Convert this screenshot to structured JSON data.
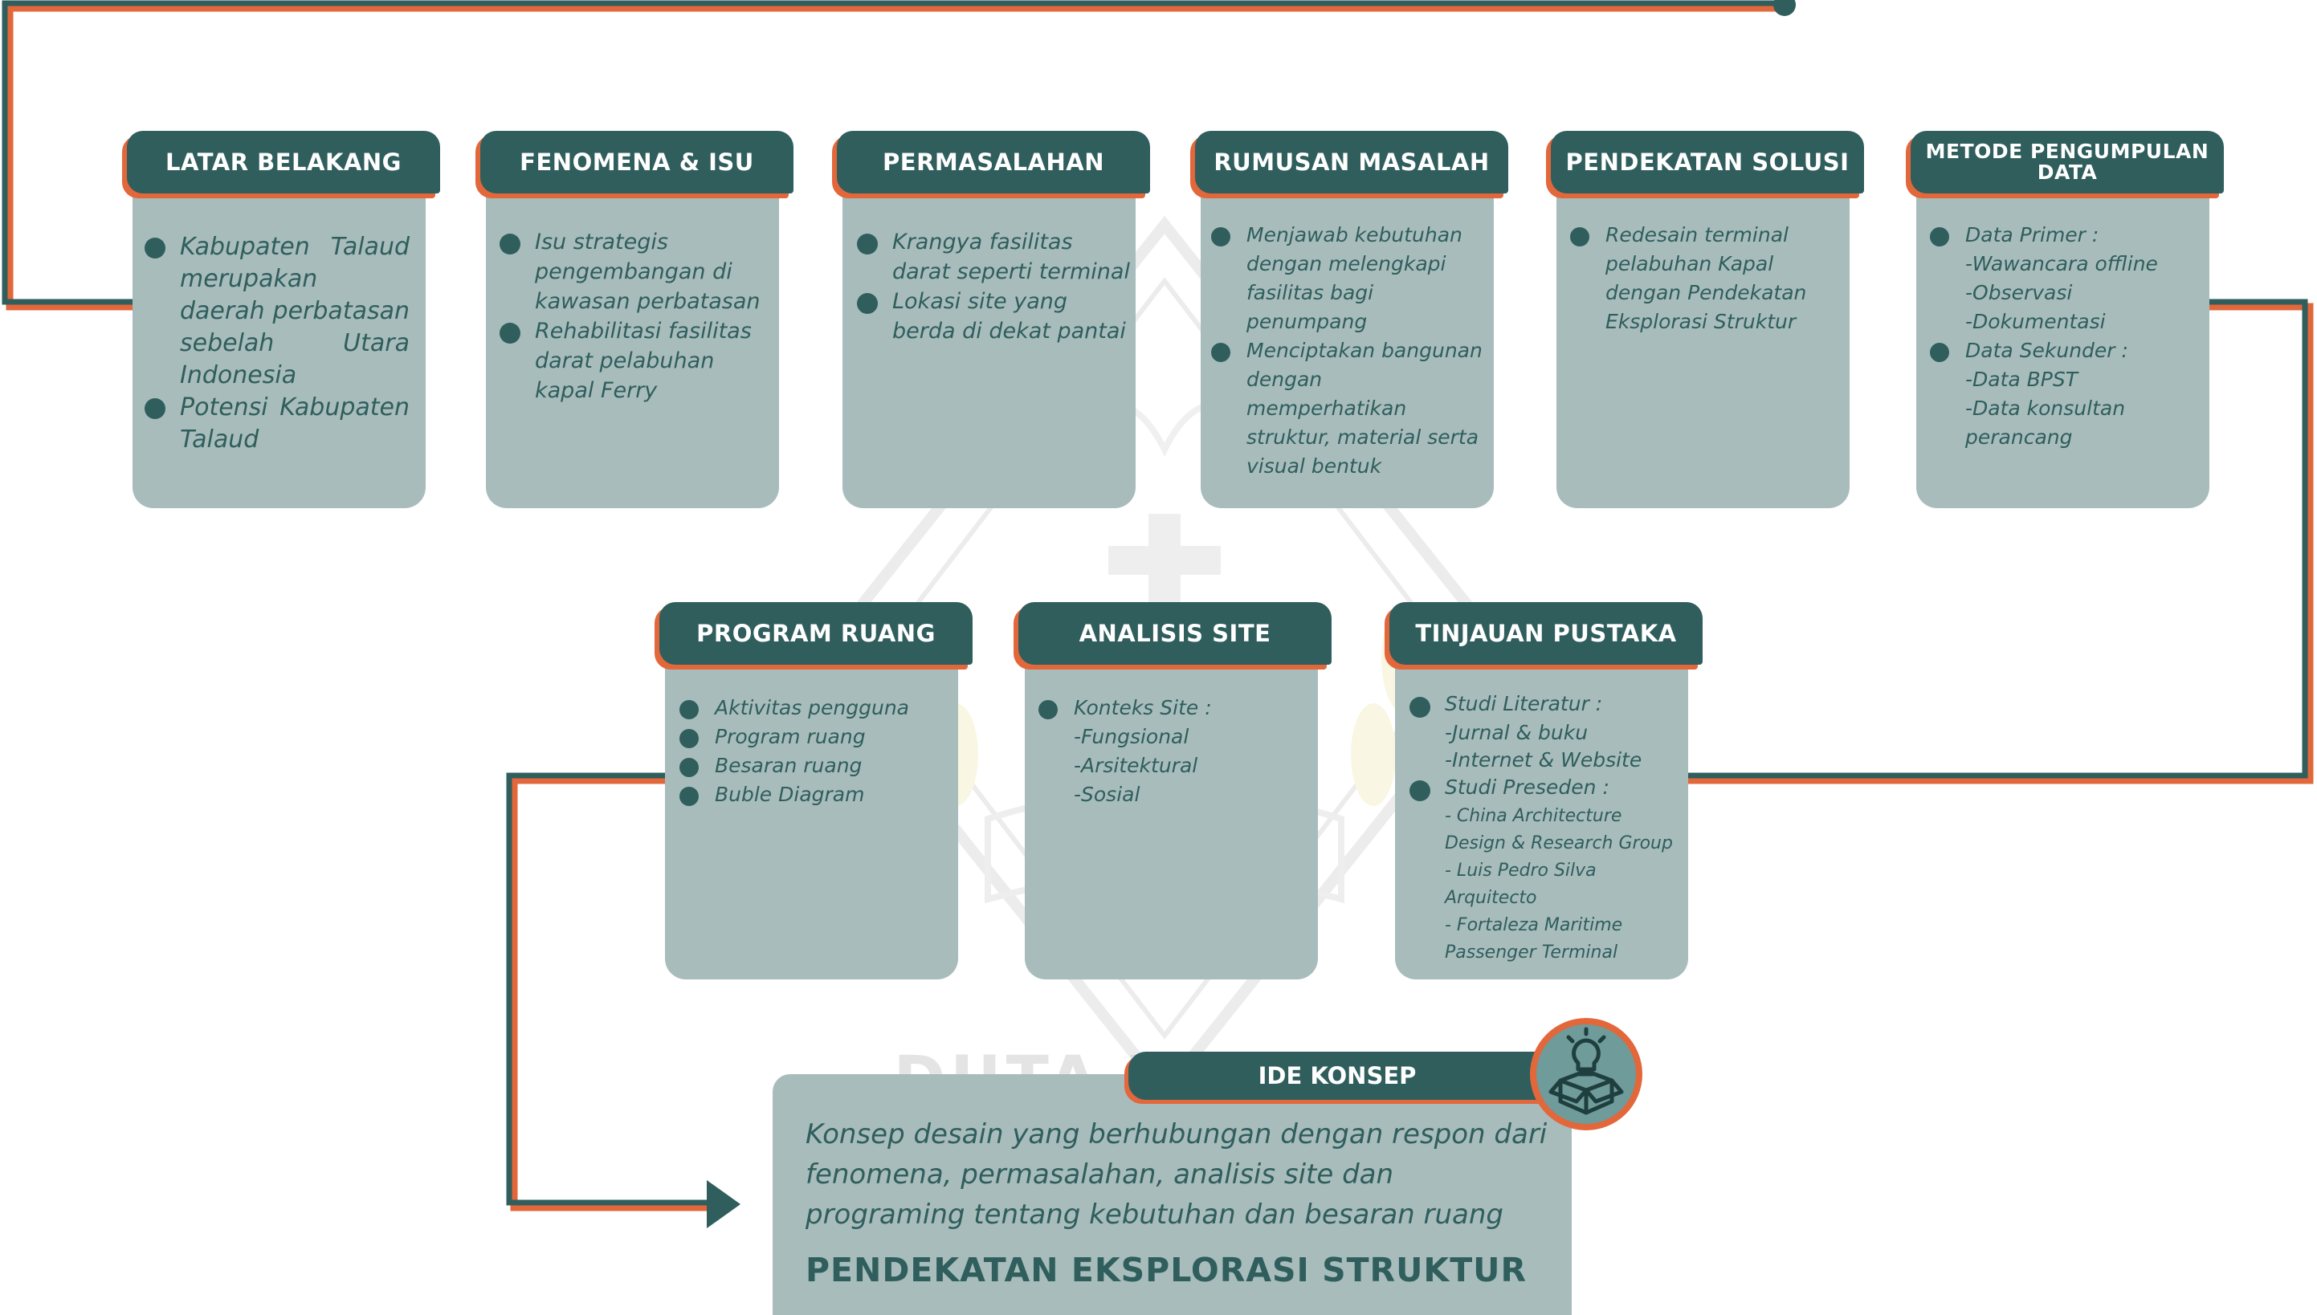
{
  "stages": [
    {
      "title": "LATAR BELAKANG",
      "items": [
        {
          "text": "Kabupaten Talaud merupakan daerah perbatasan sebelah Utara Indonesia"
        },
        {
          "text": "Potensi Kabupaten Talaud"
        }
      ]
    },
    {
      "title": "FENOMENA & ISU",
      "items": [
        {
          "text": "Isu strategis pengembangan di kawasan perbatasan"
        },
        {
          "text": "Rehabilitasi fasilitas darat pelabuhan kapal Ferry"
        }
      ]
    },
    {
      "title": "PERMASALAHAN",
      "items": [
        {
          "text": "Krangya fasilitas darat seperti terminal"
        },
        {
          "text": "Lokasi site yang berda di dekat pantai"
        }
      ]
    },
    {
      "title": "RUMUSAN MASALAH",
      "items": [
        {
          "text": "Menjawab kebutuhan dengan melengkapi fasilitas bagi penumpang"
        },
        {
          "text": "Menciptakan bangunan dengan memperhatikan struktur, material serta visual bentuk"
        }
      ]
    },
    {
      "title": "PENDEKATAN SOLUSI",
      "items": [
        {
          "text": "Redesain terminal pelabuhan Kapal dengan Pendekatan Eksplorasi Struktur"
        }
      ]
    },
    {
      "title": "METODE PENGUMPULAN DATA",
      "items": [
        {
          "text": "Data Primer :",
          "subs": [
            "-Wawancara offline",
            "-Observasi",
            "-Dokumentasi"
          ]
        },
        {
          "text": "Data Sekunder :",
          "subs": [
            "-Data BPST",
            "-Data konsultan perancang"
          ]
        }
      ]
    },
    {
      "title": "PROGRAM RUANG",
      "items": [
        {
          "text": "Aktivitas pengguna"
        },
        {
          "text": "Program ruang"
        },
        {
          "text": "Besaran ruang"
        },
        {
          "text": "Buble Diagram"
        }
      ]
    },
    {
      "title": "ANALISIS SITE",
      "items": [
        {
          "text": "Konteks Site :",
          "subs": [
            "-Fungsional",
            "-Arsitektural",
            "-Sosial"
          ]
        }
      ]
    },
    {
      "title": "TINJAUAN PUSTAKA",
      "items": [
        {
          "text": "Studi Literatur :",
          "subs": [
            "-Jurnal & buku",
            "-Internet & Website"
          ]
        },
        {
          "text": "Studi Preseden :",
          "subs": [
            "- China Architecture Design & Research Group",
            "- Luis Pedro Silva Arquitecto",
            "- Fortaleza Maritime Passenger Terminal"
          ]
        }
      ]
    }
  ],
  "ide_konsep": {
    "title": "IDE KONSEP",
    "description": "Konsep desain yang berhubungan dengan respon dari fenomena, permasalahan, analisis site dan programing tentang kebutuhan dan besaran ruang",
    "approach": "PENDEKATAN EKSPLORASI STRUKTUR",
    "icon": "lightbulb-box-icon"
  },
  "watermark": {
    "text": "DUTA WACANA"
  },
  "colors": {
    "header": "#2f5e5d",
    "card": "#a8bcbc",
    "accent": "#e2673a"
  }
}
